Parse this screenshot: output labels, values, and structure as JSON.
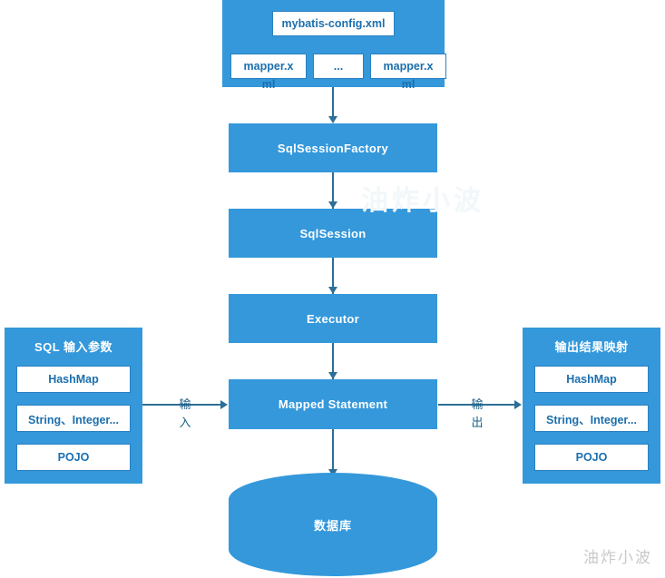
{
  "diagram": {
    "title": "MyBatis Architecture Flow",
    "colors": {
      "block_blue": "#3498db",
      "connector": "#2d6f96",
      "chip_text": "#1c6fae",
      "chip_border": "#2b80c0",
      "white": "#ffffff",
      "watermark": "#c9c9c9"
    },
    "config_container": {
      "config_file": "mybatis-config.xml",
      "mappers": [
        {
          "visible": "mapper.x",
          "overflow": "ml"
        },
        {
          "visible": "...",
          "overflow": ""
        },
        {
          "visible": "mapper.x",
          "overflow": "ml"
        }
      ]
    },
    "flow_nodes": [
      {
        "label": "SqlSessionFactory"
      },
      {
        "label": "SqlSession"
      },
      {
        "label": "Executor"
      },
      {
        "label": "Mapped Statement"
      }
    ],
    "database": {
      "label": "数据库"
    },
    "input_panel": {
      "title": "SQL 输入参数",
      "items": [
        "HashMap",
        "String、Integer...",
        "POJO"
      ]
    },
    "output_panel": {
      "title": "输出结果映射",
      "items": [
        "HashMap",
        "String、Integer...",
        "POJO"
      ]
    },
    "flow_labels": {
      "input": "输入",
      "output": "输出"
    },
    "watermark": {
      "main": "油炸小波",
      "faint": "油炸小波"
    }
  }
}
